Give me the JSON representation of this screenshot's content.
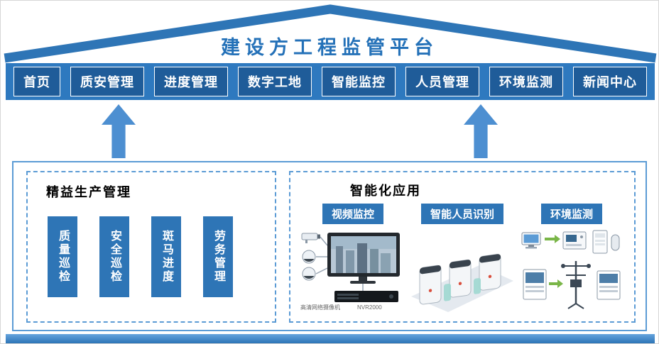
{
  "header": {
    "title": "建设方工程监管平台"
  },
  "menu": {
    "items": [
      "首页",
      "质安管理",
      "进度管理",
      "数字工地",
      "智能监控",
      "人员管理",
      "环境监测",
      "新闻中心"
    ]
  },
  "lean": {
    "title": "精益生产管理",
    "items": [
      "质量巡检",
      "安全巡检",
      "斑马进度",
      "劳务管理"
    ]
  },
  "smart": {
    "title": "智能化应用",
    "apps": [
      {
        "label": "视频监控",
        "sublabels": {
          "camera": "高清网络摄像机",
          "recorder": "NVR2000"
        }
      },
      {
        "label": "智能人员识别"
      },
      {
        "label": "环境监测"
      }
    ]
  },
  "icons": {
    "video": "video-surveillance-illustration",
    "person": "turnstile-gate-illustration",
    "environment": "weather-station-illustration"
  },
  "colors": {
    "roof": "#2E75B6",
    "title_text": "#2471B8",
    "menu_bar": "#2E79BF",
    "menu_box": "#1F5C99",
    "arrow": "#4D8FD1",
    "box_border": "#5B9BD5",
    "block": "#2E75B6",
    "label": "#2E75B6"
  }
}
